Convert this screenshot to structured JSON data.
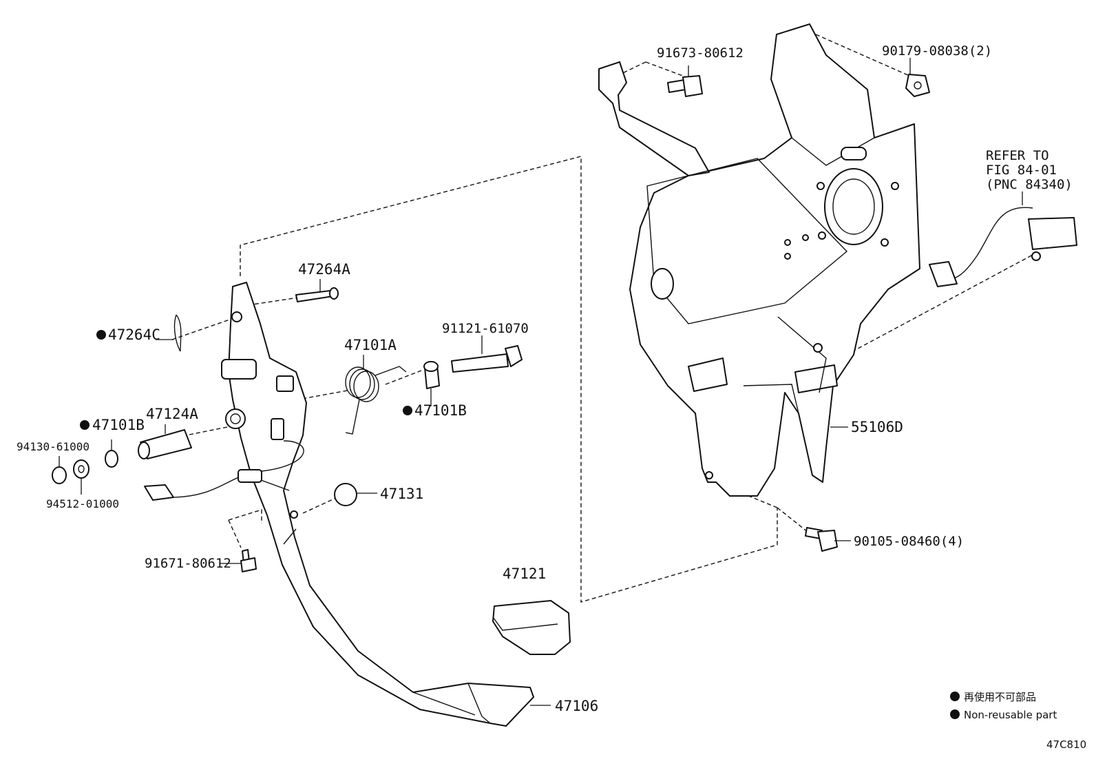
{
  "diagram": {
    "figure_code": "47C810",
    "parts": {
      "p_47264A": "47264A",
      "p_47264C": "47264C",
      "p_47101A": "47101A",
      "p_91121_61070": "91121-61070",
      "p_47101B_right": "47101B",
      "p_47101B_left": "47101B",
      "p_47124A": "47124A",
      "p_94130_61000": "94130-61000",
      "p_94512_01000": "94512-01000",
      "p_47131": "47131",
      "p_91671_80612": "91671-80612",
      "p_47121": "47121",
      "p_47106": "47106",
      "p_91673_80612": "91673-80612",
      "p_90179_08038": "90179-08038(2)",
      "p_55106D": "55106D",
      "p_90105_08460": "90105-08460(4)"
    },
    "refer": {
      "line1": "REFER TO",
      "line2": "FIG 84-01",
      "line3": "(PNC 84340)"
    },
    "legend": {
      "jp": "再使用不可部品",
      "en": "Non-reusable part"
    }
  }
}
